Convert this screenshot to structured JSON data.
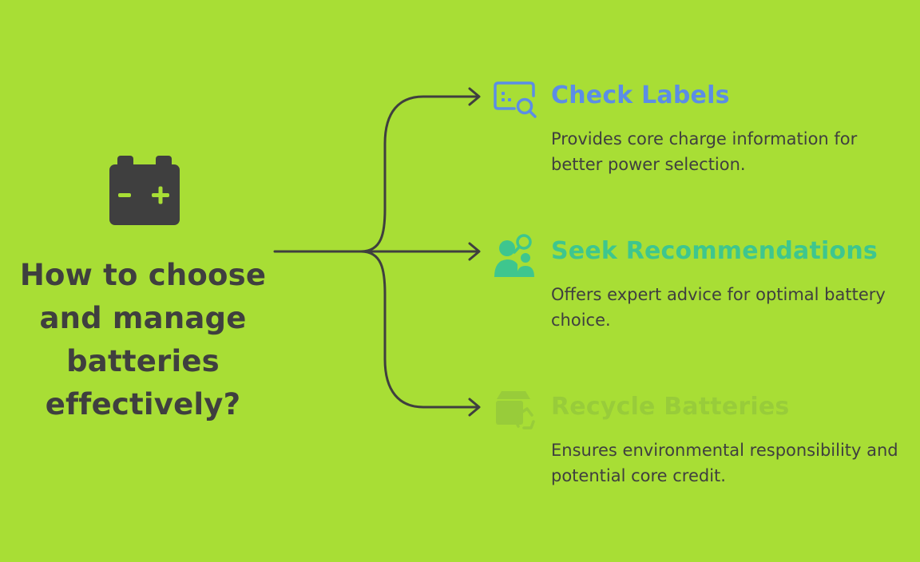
{
  "diagram": {
    "title": "How to choose and manage batteries effectively?",
    "root_icon": "battery-icon",
    "colors": {
      "background": "#a8de35",
      "connector": "#3f3f3f",
      "text": "#3f3f3f"
    },
    "branches": [
      {
        "title": "Check Labels",
        "description": "Provides core charge information for better power selection.",
        "icon": "label-search-icon",
        "color": "#5b8de6"
      },
      {
        "title": "Seek Recommendations",
        "description": "Offers expert advice for optimal battery choice.",
        "icon": "expert-search-icon",
        "color": "#3ec68e"
      },
      {
        "title": "Recycle Batteries",
        "description": "Ensures environmental responsibility and potential core credit.",
        "icon": "recycle-box-icon",
        "color": "#98cc3a"
      }
    ]
  }
}
